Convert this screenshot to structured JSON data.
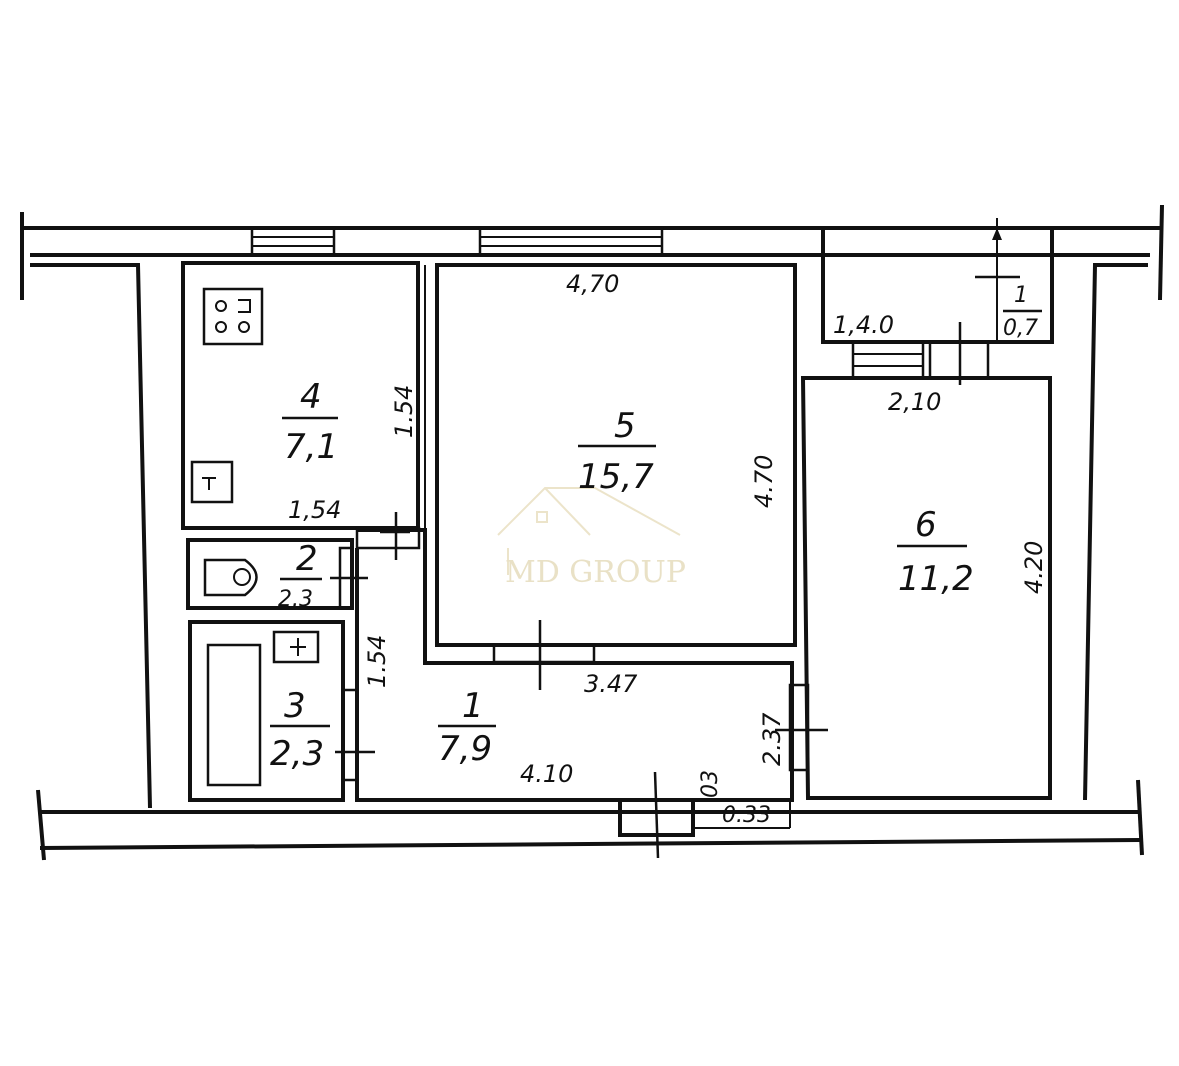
{
  "rooms": [
    {
      "number": "1",
      "area": "7,9"
    },
    {
      "number": "2",
      "area": "2.3"
    },
    {
      "number": "3",
      "area": "2,3"
    },
    {
      "number": "4",
      "area": "7,1"
    },
    {
      "number": "5",
      "area": "15,7"
    },
    {
      "number": "6",
      "area": "11,2"
    },
    {
      "number": "1",
      "area": "0,7"
    }
  ],
  "dimensions": {
    "room5_top": "4,70",
    "room5_right": "4.70",
    "room4_right": "1.54",
    "room4_bottom": "1,54",
    "hall_left": "1.54",
    "hall_top": "3.47",
    "hall_bottom": "4.10",
    "hall_right": "2.37",
    "entry_small": "0.33",
    "entry_side": "03",
    "balcony_width": "1,4.0",
    "room6_top": "2,10",
    "room6_right": "4.20"
  },
  "watermark": {
    "text": "MD GROUP"
  },
  "colors": {
    "line": "#111111",
    "watermark": "#e9e1c6"
  }
}
